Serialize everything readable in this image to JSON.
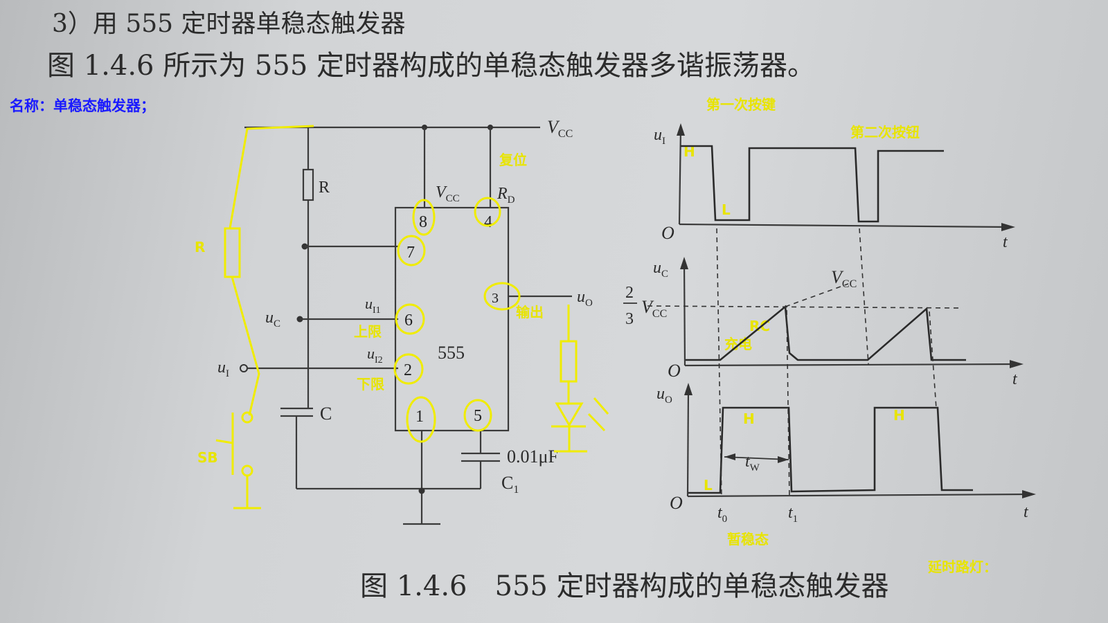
{
  "book": {
    "heading": "3）用 555 定时器单稳态触发器",
    "sentence": "图 1.4.6 所示为 555 定时器构成的单稳态触发器多谐振荡器。",
    "caption": "图 1.4.6　555 定时器构成的单稳态触发器"
  },
  "annotations": {
    "name": "名称：单稳态触发器；",
    "first_press": "第一次按键",
    "second_press": "第二次按钮",
    "reset": "复位",
    "output": "输出",
    "upper_limit": "上限",
    "lower_limit": "下限",
    "rc": "RC",
    "charge": "充电",
    "temporary_steady": "暂稳态",
    "delay_light": "延时路灯：",
    "r_yellow": "R",
    "sb": "SB",
    "h1": "H",
    "l1": "L",
    "h2": "H",
    "l2": "L",
    "h3": "H"
  },
  "circuit": {
    "vcc": "V",
    "vcc_sub": "CC",
    "r": "R",
    "c": "C",
    "uc": "u",
    "uc_sub": "C",
    "ui": "u",
    "ui_sub": "I",
    "ui1": "u",
    "ui1_sub": "I1",
    "ui2": "u",
    "ui2_sub": "I2",
    "uo": "u",
    "uo_sub": "O",
    "chip": "555",
    "chip_vcc": "V",
    "chip_vcc_sub": "CC",
    "chip_rd": "R",
    "chip_rd_sub": "D",
    "cap_value": "0.01μF",
    "c1": "C",
    "c1_sub": "1",
    "pins": [
      "8",
      "4",
      "7",
      "6",
      "2",
      "1",
      "5",
      "3"
    ]
  },
  "waveforms": {
    "u1": "u",
    "u1_sub": "I",
    "uc": "u",
    "uc_sub": "C",
    "uo": "u",
    "uo_sub": "O",
    "origin": "O",
    "t_axis": "t",
    "two_thirds_num": "2",
    "two_thirds_den": "3",
    "two_thirds_v": "V",
    "two_thirds_sub": "CC",
    "vcc": "V",
    "vcc_sub": "CC",
    "t0": "t",
    "t0_sub": "0",
    "t1": "t",
    "t1_sub": "1",
    "tw": "t",
    "tw_sub": "W"
  },
  "colors": {
    "annotation_yellow": "#f0ec00",
    "annotation_blue": "#1a1aff",
    "ink": "#2a2a2a"
  }
}
